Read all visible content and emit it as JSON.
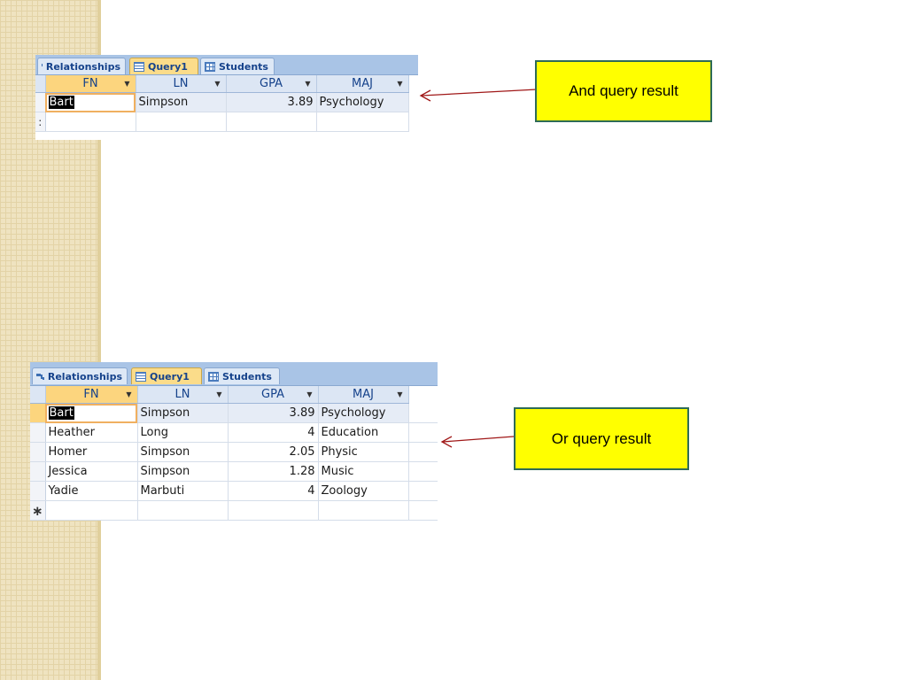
{
  "tabs": [
    {
      "label": "Relationships",
      "icon": "relationships-icon"
    },
    {
      "label": "Query1",
      "icon": "query-icon"
    },
    {
      "label": "Students",
      "icon": "table-icon"
    }
  ],
  "columns": [
    "FN",
    "LN",
    "GPA",
    "MAJ"
  ],
  "and_result": {
    "rows": [
      {
        "FN": "Bart",
        "LN": "Simpson",
        "GPA": "3.89",
        "MAJ": "Psychology"
      }
    ]
  },
  "or_result": {
    "rows": [
      {
        "FN": "Bart",
        "LN": "Simpson",
        "GPA": "3.89",
        "MAJ": "Psychology"
      },
      {
        "FN": "Heather",
        "LN": "Long",
        "GPA": "4",
        "MAJ": "Education"
      },
      {
        "FN": "Homer",
        "LN": "Simpson",
        "GPA": "2.05",
        "MAJ": "Physic"
      },
      {
        "FN": "Jessica",
        "LN": "Simpson",
        "GPA": "1.28",
        "MAJ": "Music"
      },
      {
        "FN": "Yadie",
        "LN": "Marbuti",
        "GPA": "4",
        "MAJ": "Zoology"
      }
    ]
  },
  "new_row_marker": "∗",
  "callouts": {
    "and": "And query result",
    "or": "Or query result"
  },
  "colors": {
    "callout_fill": "#ffff00",
    "callout_border": "#2e6b56",
    "arrow": "#a01818",
    "active_tab": "#fbdc8a"
  }
}
